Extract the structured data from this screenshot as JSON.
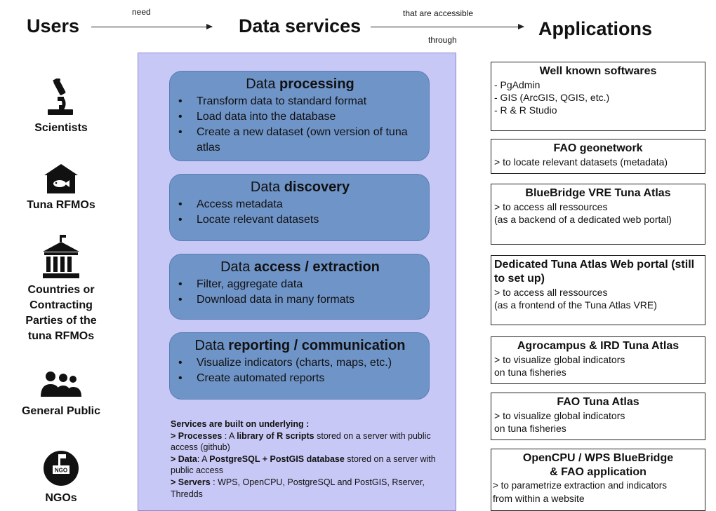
{
  "header": {
    "users": "Users",
    "data_services": "Data services",
    "applications": "Applications",
    "need": "need",
    "accessible_1": "that are accessible",
    "accessible_2": "through"
  },
  "users": [
    {
      "label": "Scientists",
      "icon": "microscope-icon"
    },
    {
      "label": "Tuna RFMOs",
      "icon": "fish-house-icon"
    },
    {
      "label": "Countries or Contracting Parties of the tuna RFMOs",
      "icon": "government-building-icon"
    },
    {
      "label": "General Public",
      "icon": "people-icon"
    },
    {
      "label": "NGOs",
      "icon": "ngo-badge-icon"
    }
  ],
  "services": [
    {
      "title_plain": "Data ",
      "title_bold": "processing",
      "items": [
        "Transform data to standard format",
        "Load data into the database",
        "Create a new dataset (own version of tuna atlas"
      ]
    },
    {
      "title_plain": "Data ",
      "title_bold": "discovery",
      "items": [
        "Access metadata",
        "Locate relevant datasets"
      ]
    },
    {
      "title_plain": "Data ",
      "title_bold": "access / extraction",
      "items": [
        "Filter, aggregate data",
        "Download data in many formats"
      ]
    },
    {
      "title_plain": "Data ",
      "title_bold": "reporting / communication",
      "items": [
        "Visualize indicators (charts, maps, etc.)",
        "Create automated reports"
      ]
    }
  ],
  "underlying": {
    "heading": "Services are built on underlying :",
    "p_label": "> Processes",
    "p_mid": " : A ",
    "p_bold": "library of R scripts",
    "p_rest": " stored on a server with public access (github)",
    "d_label": "> Data",
    "d_mid": ": A ",
    "d_bold": "PostgreSQL + PostGIS database",
    "d_rest": " stored on a server with public access",
    "s_label": "> Servers",
    "s_rest": " : WPS, OpenCPU, PostgreSQL and PostGIS, Rserver, Thredds"
  },
  "applications": [
    {
      "title": "Well known softwares",
      "lines": [
        "- PgAdmin",
        "- GIS (ArcGIS, QGIS, etc.)",
        "- R & R Studio"
      ]
    },
    {
      "title": "FAO geonetwork",
      "lines": [
        "> to locate relevant datasets (metadata)"
      ]
    },
    {
      "title": "BlueBridge VRE Tuna Atlas",
      "lines": [
        "> to access all ressources",
        "(as a backend of a dedicated web portal)"
      ]
    },
    {
      "title": "Dedicated Tuna Atlas Web portal (still to set up)",
      "lines": [
        "> to access all ressources",
        "(as a frontend of the Tuna Atlas VRE)"
      ]
    },
    {
      "title": "Agrocampus & IRD Tuna Atlas",
      "lines": [
        "> to visualize global indicators",
        "on tuna fisheries"
      ]
    },
    {
      "title": "FAO Tuna Atlas",
      "lines": [
        "> to visualize global indicators",
        "on tuna fisheries"
      ]
    },
    {
      "title": "OpenCPU / WPS BlueBridge & FAO application",
      "lines": [
        "> to parametrize extraction and indicators",
        "from within a website"
      ]
    }
  ]
}
